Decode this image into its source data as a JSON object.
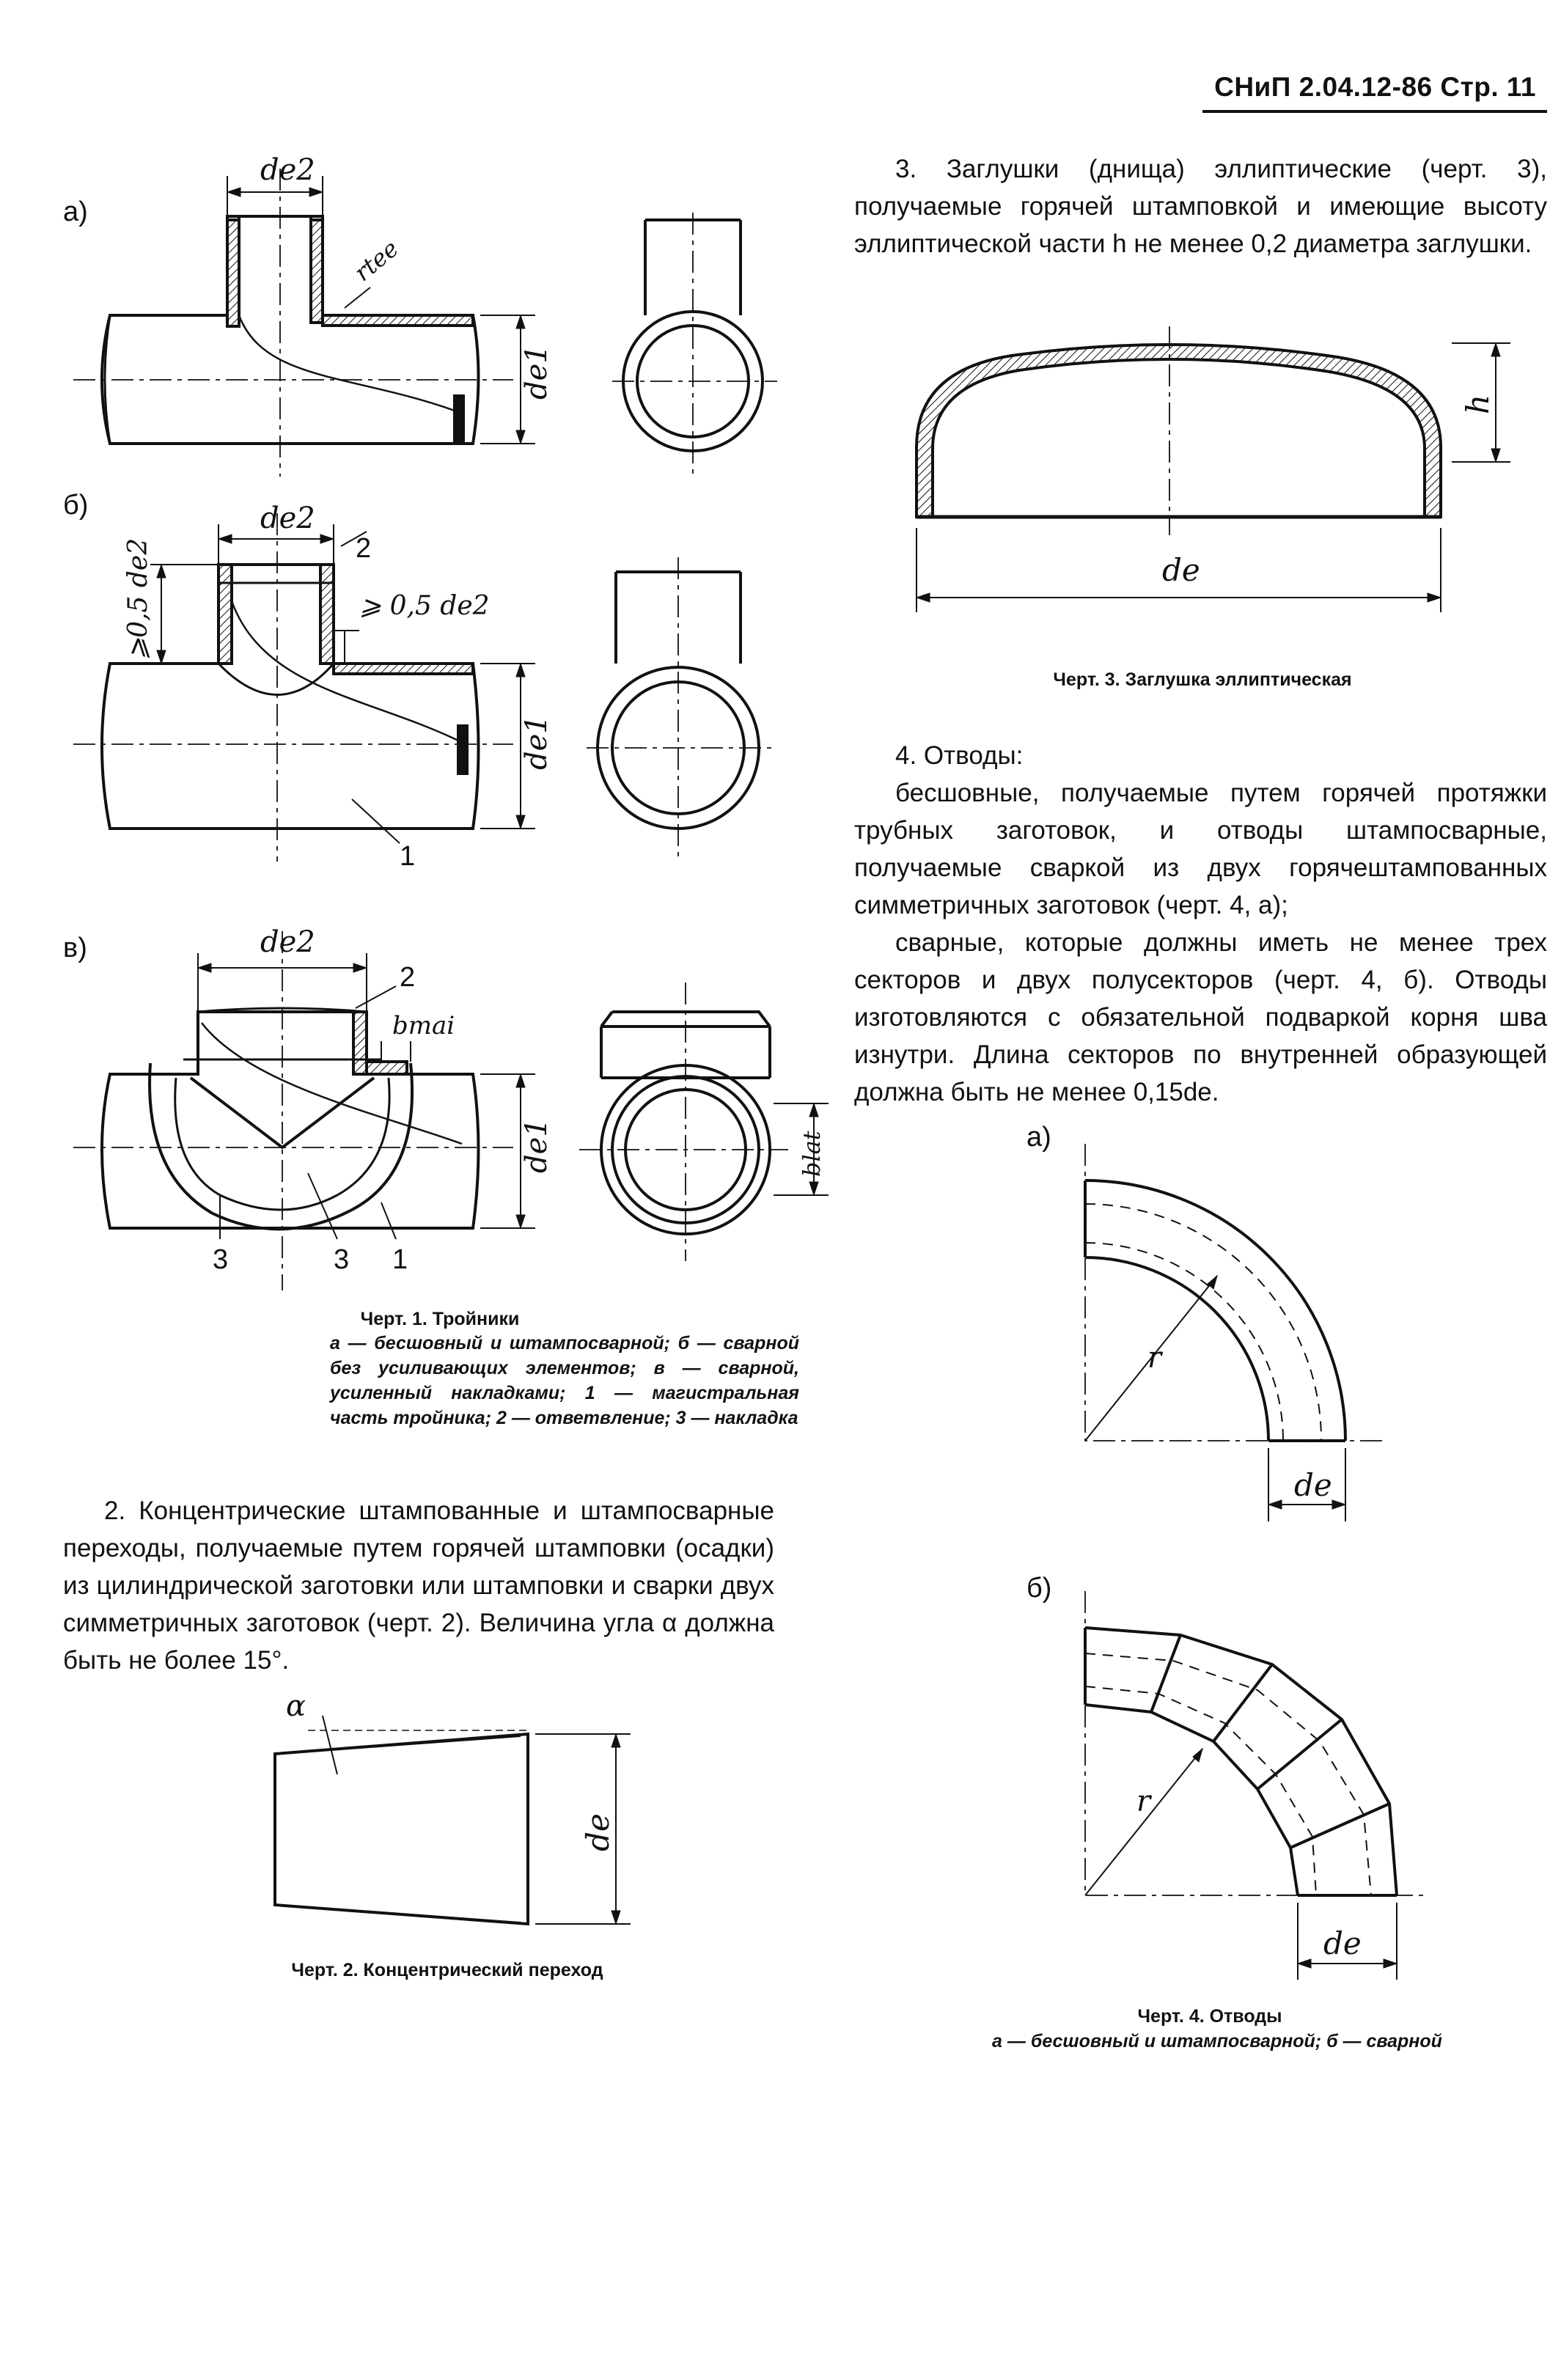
{
  "header": {
    "text": "СНиП 2.04.12-86 Стр. 11"
  },
  "fig1": {
    "labels": {
      "a": "а)",
      "b": "б)",
      "v": "в)"
    },
    "dim": {
      "de2": "de2",
      "de1": "de1",
      "rtee": "rtee",
      "half_left": "⩾0,5 de2",
      "half_right": "⩾ 0,5 de2",
      "bmai": "bmai",
      "blat": "blat"
    },
    "callouts": {
      "n1": "1",
      "n2": "2",
      "n3": "3"
    },
    "caption_title": "Черт. 1. Тройники",
    "caption_body": "а — бесшовный и штампосварной; б — сварной без усиливающих элементов; в — сварной, усиленный накладками; 1 — магистральная часть тройника; 2 — ответвление; 3 — накладка"
  },
  "para2": "2. Концентрические штампованные и штампосварные переходы, получаемые путем горячей штамповки (осадки) из цилиндрической заготовки или штамповки и сварки двух симметричных заготовок (черт. 2). Величина угла α должна быть не более 15°.",
  "fig2": {
    "alpha": "α",
    "de": "de",
    "caption": "Черт. 2. Концентрический переход"
  },
  "para3": "3. Заглушки (днища) эллиптические (черт. 3), получаемые горячей штамповкой и имеющие высоту эллиптической части h не менее 0,2 диаметра заглушки.",
  "fig3": {
    "h": "h",
    "de": "de",
    "caption": "Черт. 3. Заглушка эллиптическая"
  },
  "para4": {
    "heading": "4. Отводы:",
    "p1": "бесшовные, получаемые путем горячей протяжки трубных заготовок, и отводы штампосварные, получаемые сваркой из двух горячештампованных симметричных заготовок (черт. 4, а);",
    "p2": "сварные, которые должны иметь не менее трех секторов и двух полусекторов (черт. 4, б). Отводы изготовляются с обязательной подваркой корня шва изнутри. Длина секторов по внутренней образующей должна быть не менее 0,15de."
  },
  "fig4": {
    "labels": {
      "a": "а)",
      "b": "б)"
    },
    "r": "r",
    "de": "de",
    "caption_title": "Черт. 4. Отводы",
    "caption_body": "а — бесшовный и штампосварной; б — сварной"
  }
}
